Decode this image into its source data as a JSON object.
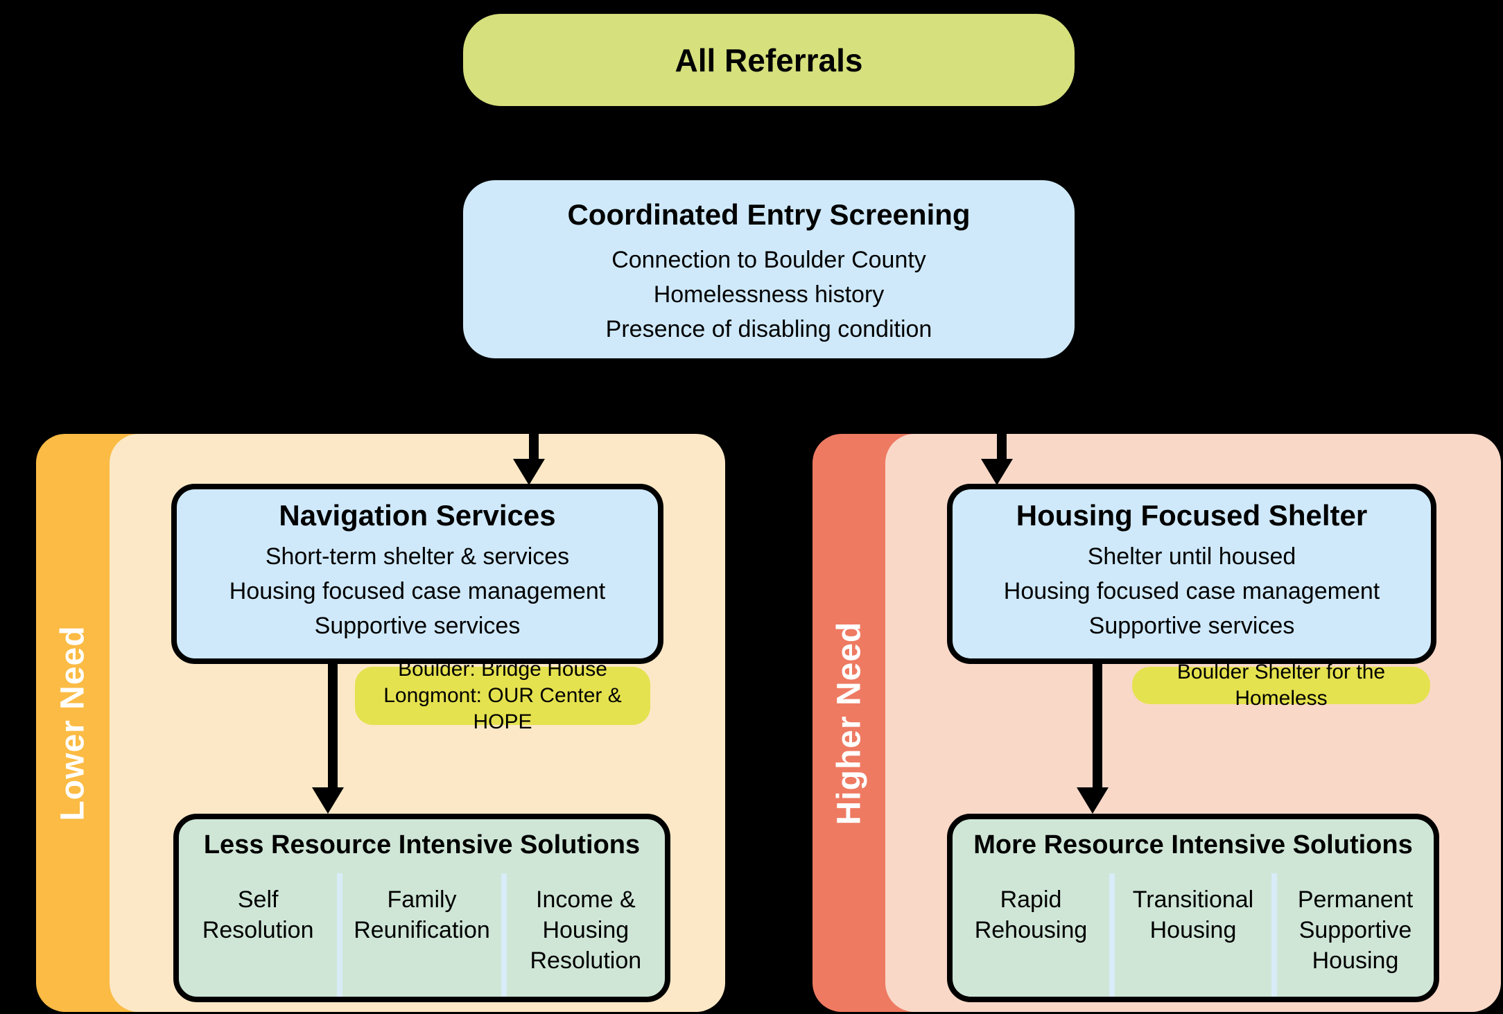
{
  "colors": {
    "olive": "#d6e07d",
    "yellow": "#e5e24f",
    "blue": "#cfe9fa",
    "cream": "#fce8c6",
    "orange": "#fbbb44",
    "salmon": "#ee7a62",
    "pink": "#f9d8c8",
    "green": "#cfe6d7",
    "divider": "#d8ecf8",
    "ink": "#000000",
    "white": "#ffffff"
  },
  "diagram": {
    "all_referrals": {
      "title": "All Referrals"
    },
    "screening": {
      "title": "Coordinated Entry Screening",
      "criteria": [
        "Connection to Boulder County",
        "Homelessness history",
        "Presence of disabling condition"
      ]
    },
    "lower_need": {
      "tab_label": "Lower Need",
      "service_box": {
        "title": "Navigation Services",
        "items": [
          "Short-term shelter & services",
          "Housing focused case management",
          "Supportive services"
        ]
      },
      "provider_label_lines": [
        "Boulder: Bridge House",
        "Longmont: OUR Center & HOPE"
      ],
      "solutions_box": {
        "title": "Less Resource Intensive Solutions",
        "columns": [
          "Self Resolution",
          "Family Reunification",
          "Income & Housing Resolution"
        ]
      }
    },
    "higher_need": {
      "tab_label": "Higher Need",
      "service_box": {
        "title": "Housing Focused Shelter",
        "items": [
          "Shelter until housed",
          "Housing focused case management",
          "Supportive services"
        ]
      },
      "provider_label_lines": [
        "Boulder Shelter for the Homeless"
      ],
      "solutions_box": {
        "title": "More Resource Intensive Solutions",
        "columns": [
          "Rapid Rehousing",
          "Transitional Housing",
          "Permanent Supportive Housing"
        ]
      }
    }
  }
}
